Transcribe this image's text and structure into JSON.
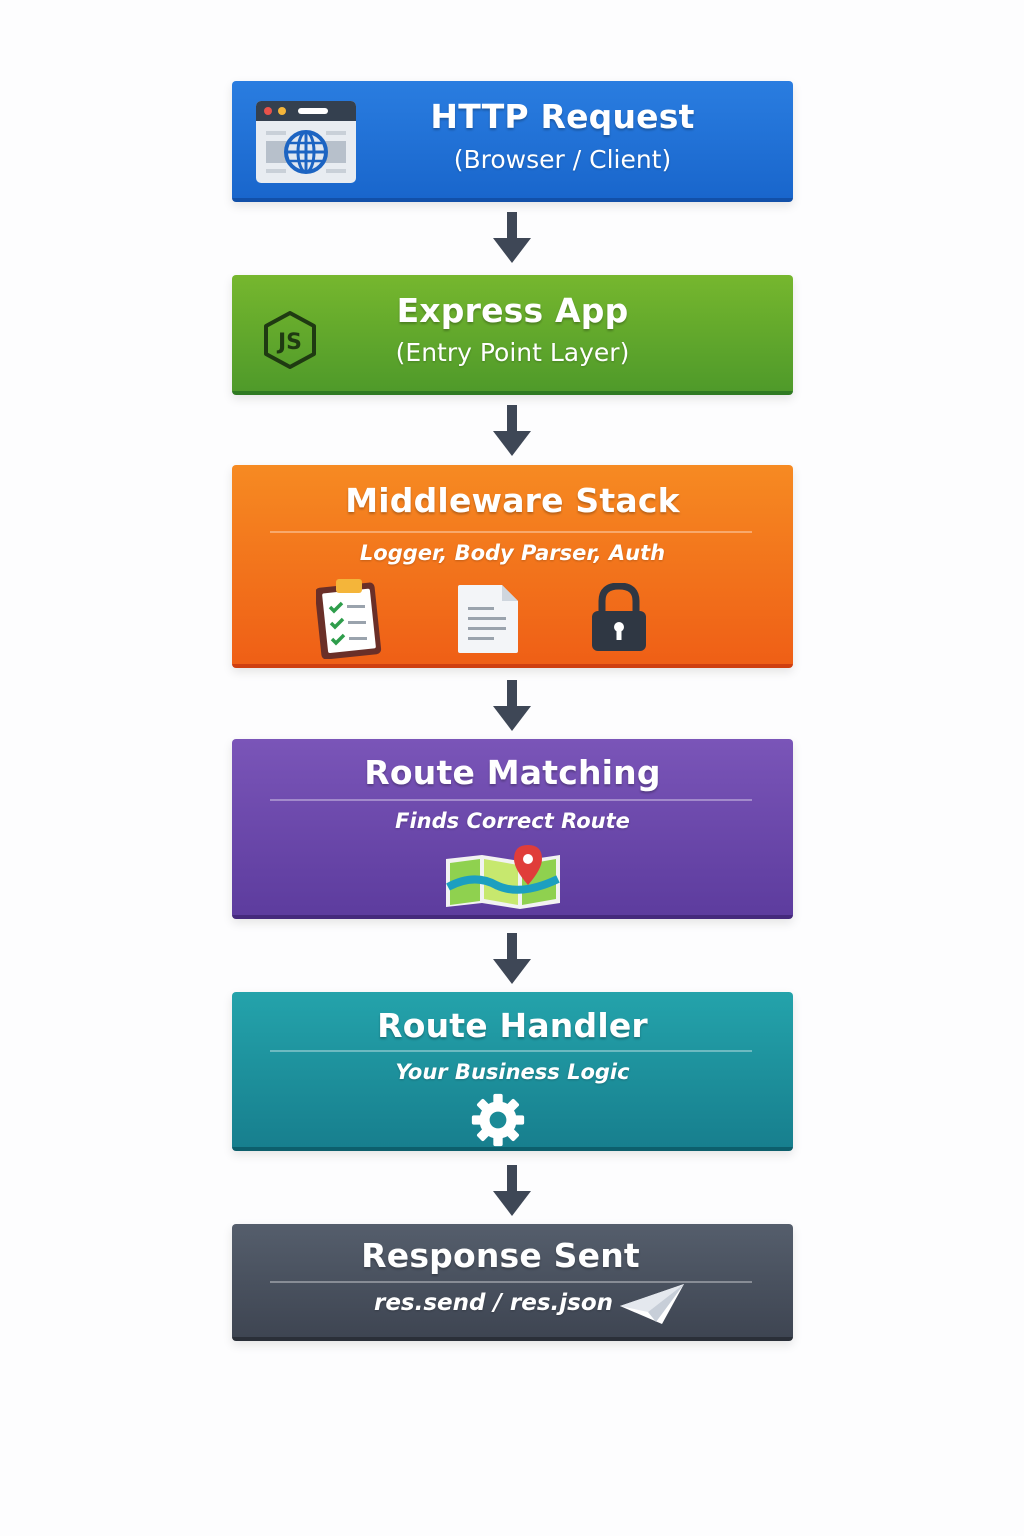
{
  "steps": [
    {
      "title": "HTTP Request",
      "subtitle": "(Browser / Client)",
      "icon": "browser-globe-icon",
      "color": "#1f72d6"
    },
    {
      "title": "Express App",
      "subtitle": "(Entry Point Layer)",
      "icon": "nodejs-icon",
      "color": "#5ea62c"
    },
    {
      "title": "Middleware Stack",
      "subtitle": "Logger, Body Parser, Auth",
      "icons": [
        "clipboard-checklist-icon",
        "document-icon",
        "padlock-icon"
      ],
      "color": "#f27a1f"
    },
    {
      "title": "Route Matching",
      "subtitle": "Finds Correct Route",
      "icon": "map-pin-icon",
      "color": "#6a47ab"
    },
    {
      "title": "Route Handler",
      "subtitle": "Your Business Logic",
      "icon": "gear-icon",
      "color": "#1e929d"
    },
    {
      "title": "Response Sent",
      "subtitle": "res.send / res.json",
      "icon": "paper-plane-icon",
      "color": "#4a525f"
    }
  ],
  "arrow_color": "#3e4756"
}
